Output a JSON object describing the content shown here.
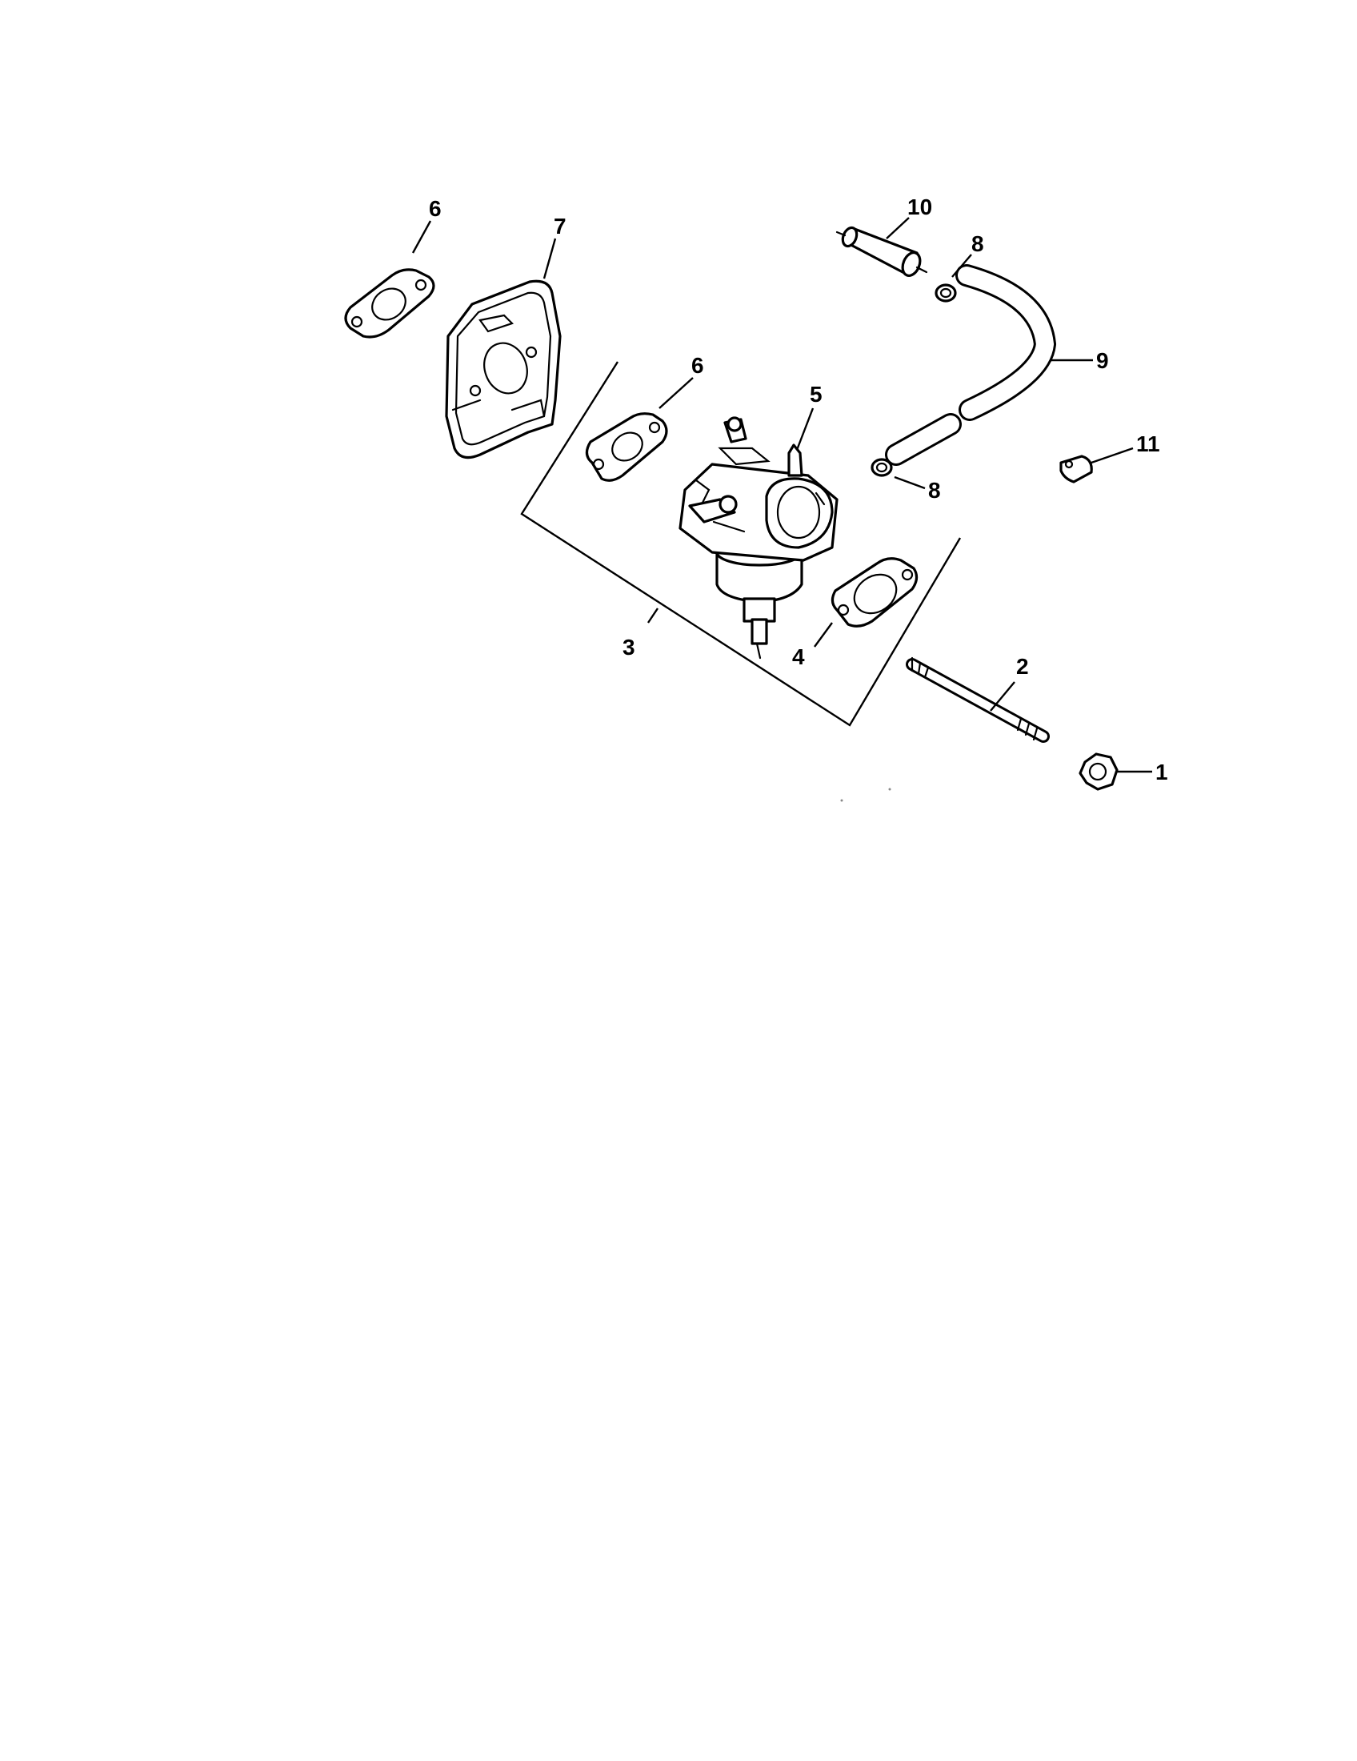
{
  "diagram": {
    "callouts": {
      "c1": "1",
      "c2": "2",
      "c3": "3",
      "c4": "4",
      "c5": "5",
      "c6a": "6",
      "c6b": "6",
      "c7": "7",
      "c8a": "8",
      "c8b": "8",
      "c9": "9",
      "c10": "10",
      "c11": "11"
    }
  }
}
